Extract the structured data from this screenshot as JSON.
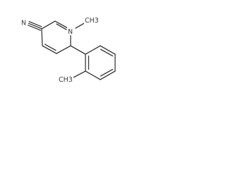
{
  "molecule": {
    "atoms": {
      "nitrile_n": "N",
      "ring_n": "N",
      "n_methyl": "CH3",
      "aryl_methyl": "CH3"
    }
  }
}
